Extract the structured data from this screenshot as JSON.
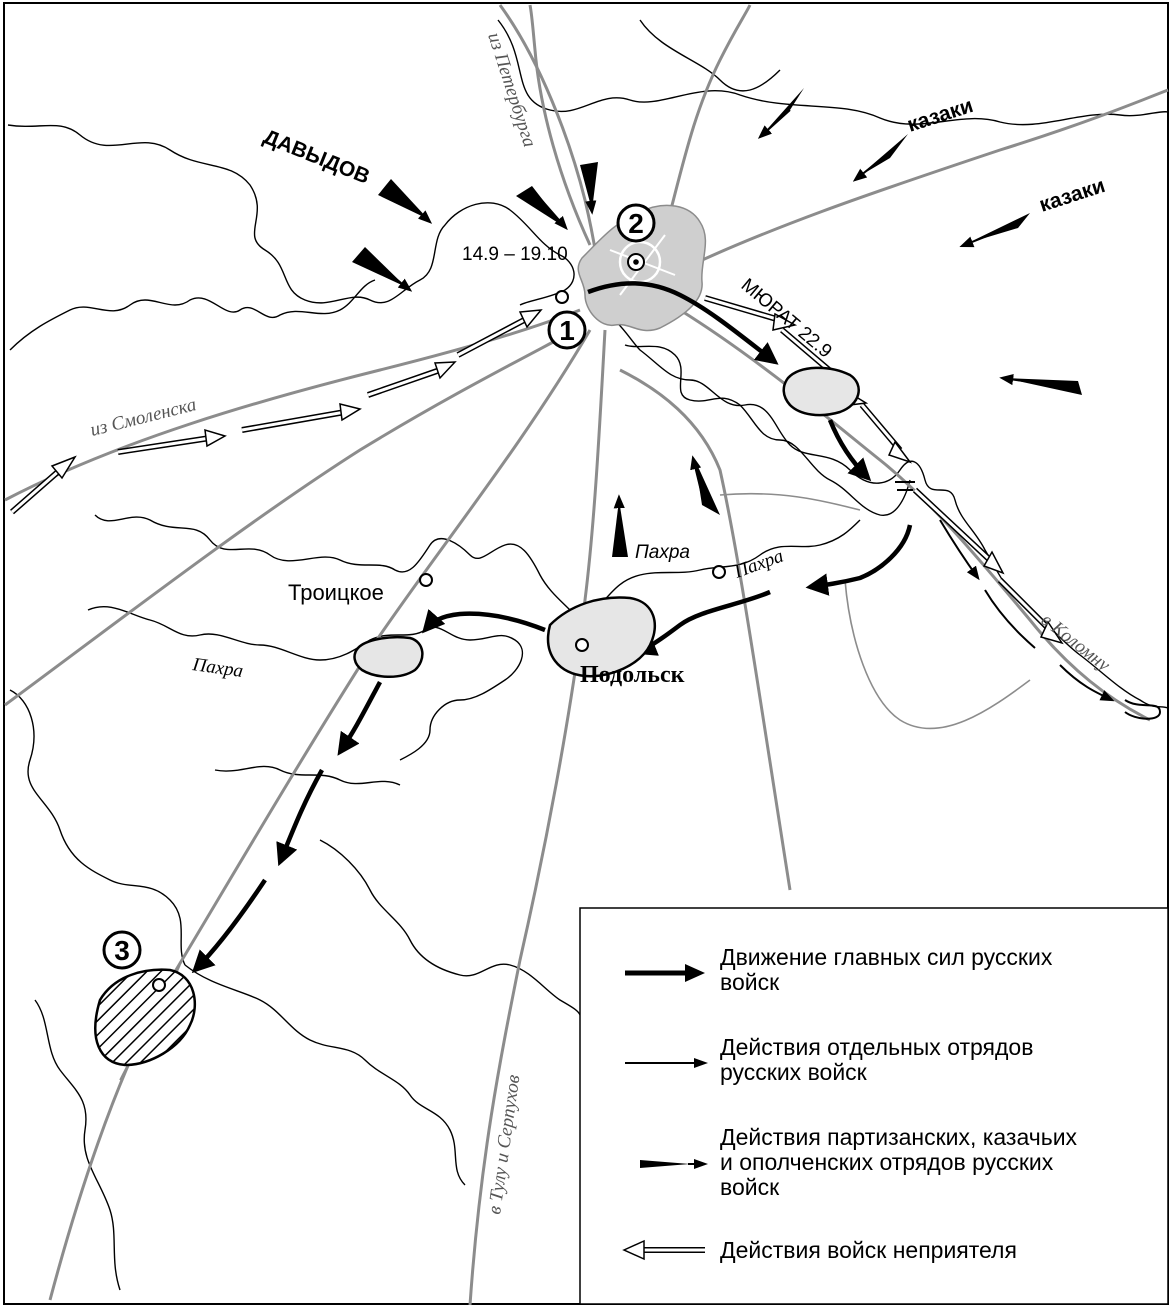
{
  "labels": {
    "davydov": "ДАВЫДОВ",
    "cossacks_1": "казаки",
    "cossacks_2": "казаки",
    "dates": "14.9 – 19.10",
    "murat": "МЮРАТ 22.9",
    "troitskoe": "Троицкое",
    "podolsk": "Подольск",
    "pakhra_1": "Пахра",
    "pakhra_2": "Пахра",
    "pakhra_3": "Пахра"
  },
  "roads": {
    "from_petersburg": "из Петербурга",
    "from_smolensk": "из Смоленска",
    "to_kolomna": "в Коломну",
    "to_tula_serpukhov": "в Тулу и Серпухов"
  },
  "markers": {
    "m1": "1",
    "m2": "2",
    "m3": "3"
  },
  "legend": {
    "main_forces_1": "Движение главных сил русских",
    "main_forces_2": "войск",
    "detachments_1": "Действия отдельных отрядов",
    "detachments_2": "русских войск",
    "partisans_1": "Действия партизанских, казачьих",
    "partisans_2": "и ополченских отрядов русских",
    "partisans_3": "войск",
    "enemy": "Действия войск неприятеля"
  }
}
